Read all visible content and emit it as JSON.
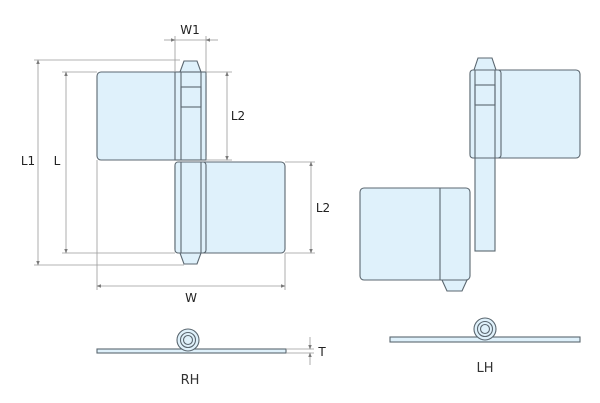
{
  "diagram": {
    "subject": "Lift-off hinge (flag hinge) dimensional drawing",
    "colors": {
      "part_fill": "#dff1fb",
      "part_stroke": "#5b6770",
      "dimension_line": "#9a9a9a",
      "text": "#222222"
    },
    "dimension_labels": {
      "w1": "W1",
      "l1": "L1",
      "l": "L",
      "l2_top": "L2",
      "l2_bottom": "L2",
      "w": "W",
      "t": "T"
    },
    "views": [
      {
        "id": "rh-front",
        "label": "",
        "description": "Right-hand hinge, front view with dimensions"
      },
      {
        "id": "lh-front",
        "label": "",
        "description": "Left-hand hinge, front view, leaves separated"
      },
      {
        "id": "rh-side",
        "label": "RH",
        "description": "Right-hand hinge, end view"
      },
      {
        "id": "lh-side",
        "label": "LH",
        "description": "Left-hand hinge, end view"
      }
    ],
    "view_labels": {
      "rh": "RH",
      "lh": "LH"
    }
  }
}
